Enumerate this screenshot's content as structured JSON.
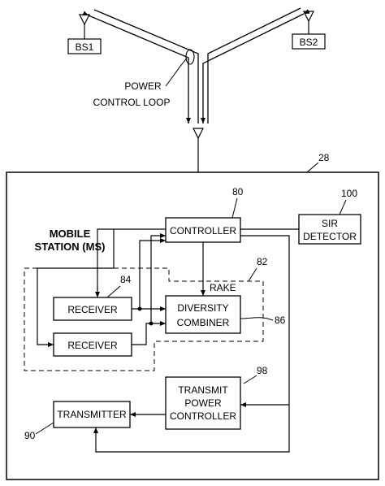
{
  "labels": {
    "bs1": "BS1",
    "bs2": "BS2",
    "power_control_loop_1": "POWER",
    "power_control_loop_2": "CONTROL LOOP",
    "mobile_station_1": "MOBILE",
    "mobile_station_2": "STATION (MS)",
    "controller": "CONTROLLER",
    "sir_detector_1": "SIR",
    "sir_detector_2": "DETECTOR",
    "receiver_1": "RECEIVER",
    "receiver_2": "RECEIVER",
    "diversity_combiner_1": "DIVERSITY",
    "diversity_combiner_2": "COMBINER",
    "rake": "RAKE",
    "transmitter": "TRANSMITTER",
    "tpc_1": "TRANSMIT",
    "tpc_2": "POWER",
    "tpc_3": "CONTROLLER"
  },
  "refs": {
    "ms_box": "28",
    "controller": "80",
    "rake": "82",
    "receiver": "84",
    "combiner": "86",
    "transmitter": "90",
    "tpc": "98",
    "sir": "100"
  },
  "colors": {
    "stroke": "#000000",
    "background": "#ffffff"
  }
}
